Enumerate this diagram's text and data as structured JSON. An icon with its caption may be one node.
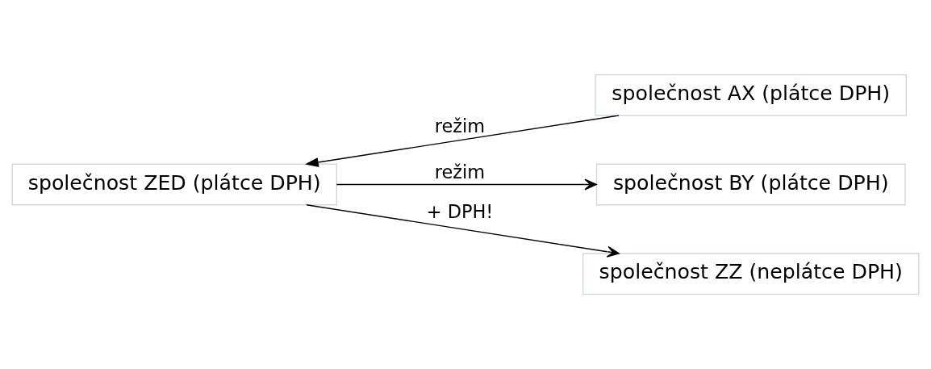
{
  "diagram": {
    "nodes": [
      {
        "text": [
          "společnost ZED (plátce DPH)"
        ]
      },
      {
        "text": [
          "společnost AX (plátce DPH)"
        ]
      },
      {
        "text": [
          "společnost BY (plátce DPH)"
        ]
      },
      {
        "text": [
          "společnost ZZ (neplátce DPH)"
        ]
      }
    ],
    "edges": [
      {
        "from": 1,
        "to": 0,
        "arrow": "to",
        "label": "režim"
      },
      {
        "from": 0,
        "to": 2,
        "arrow": "to",
        "label": "režim"
      },
      {
        "from": 0,
        "to": 3,
        "arrow": "to",
        "label": "+ DPH!"
      }
    ]
  }
}
